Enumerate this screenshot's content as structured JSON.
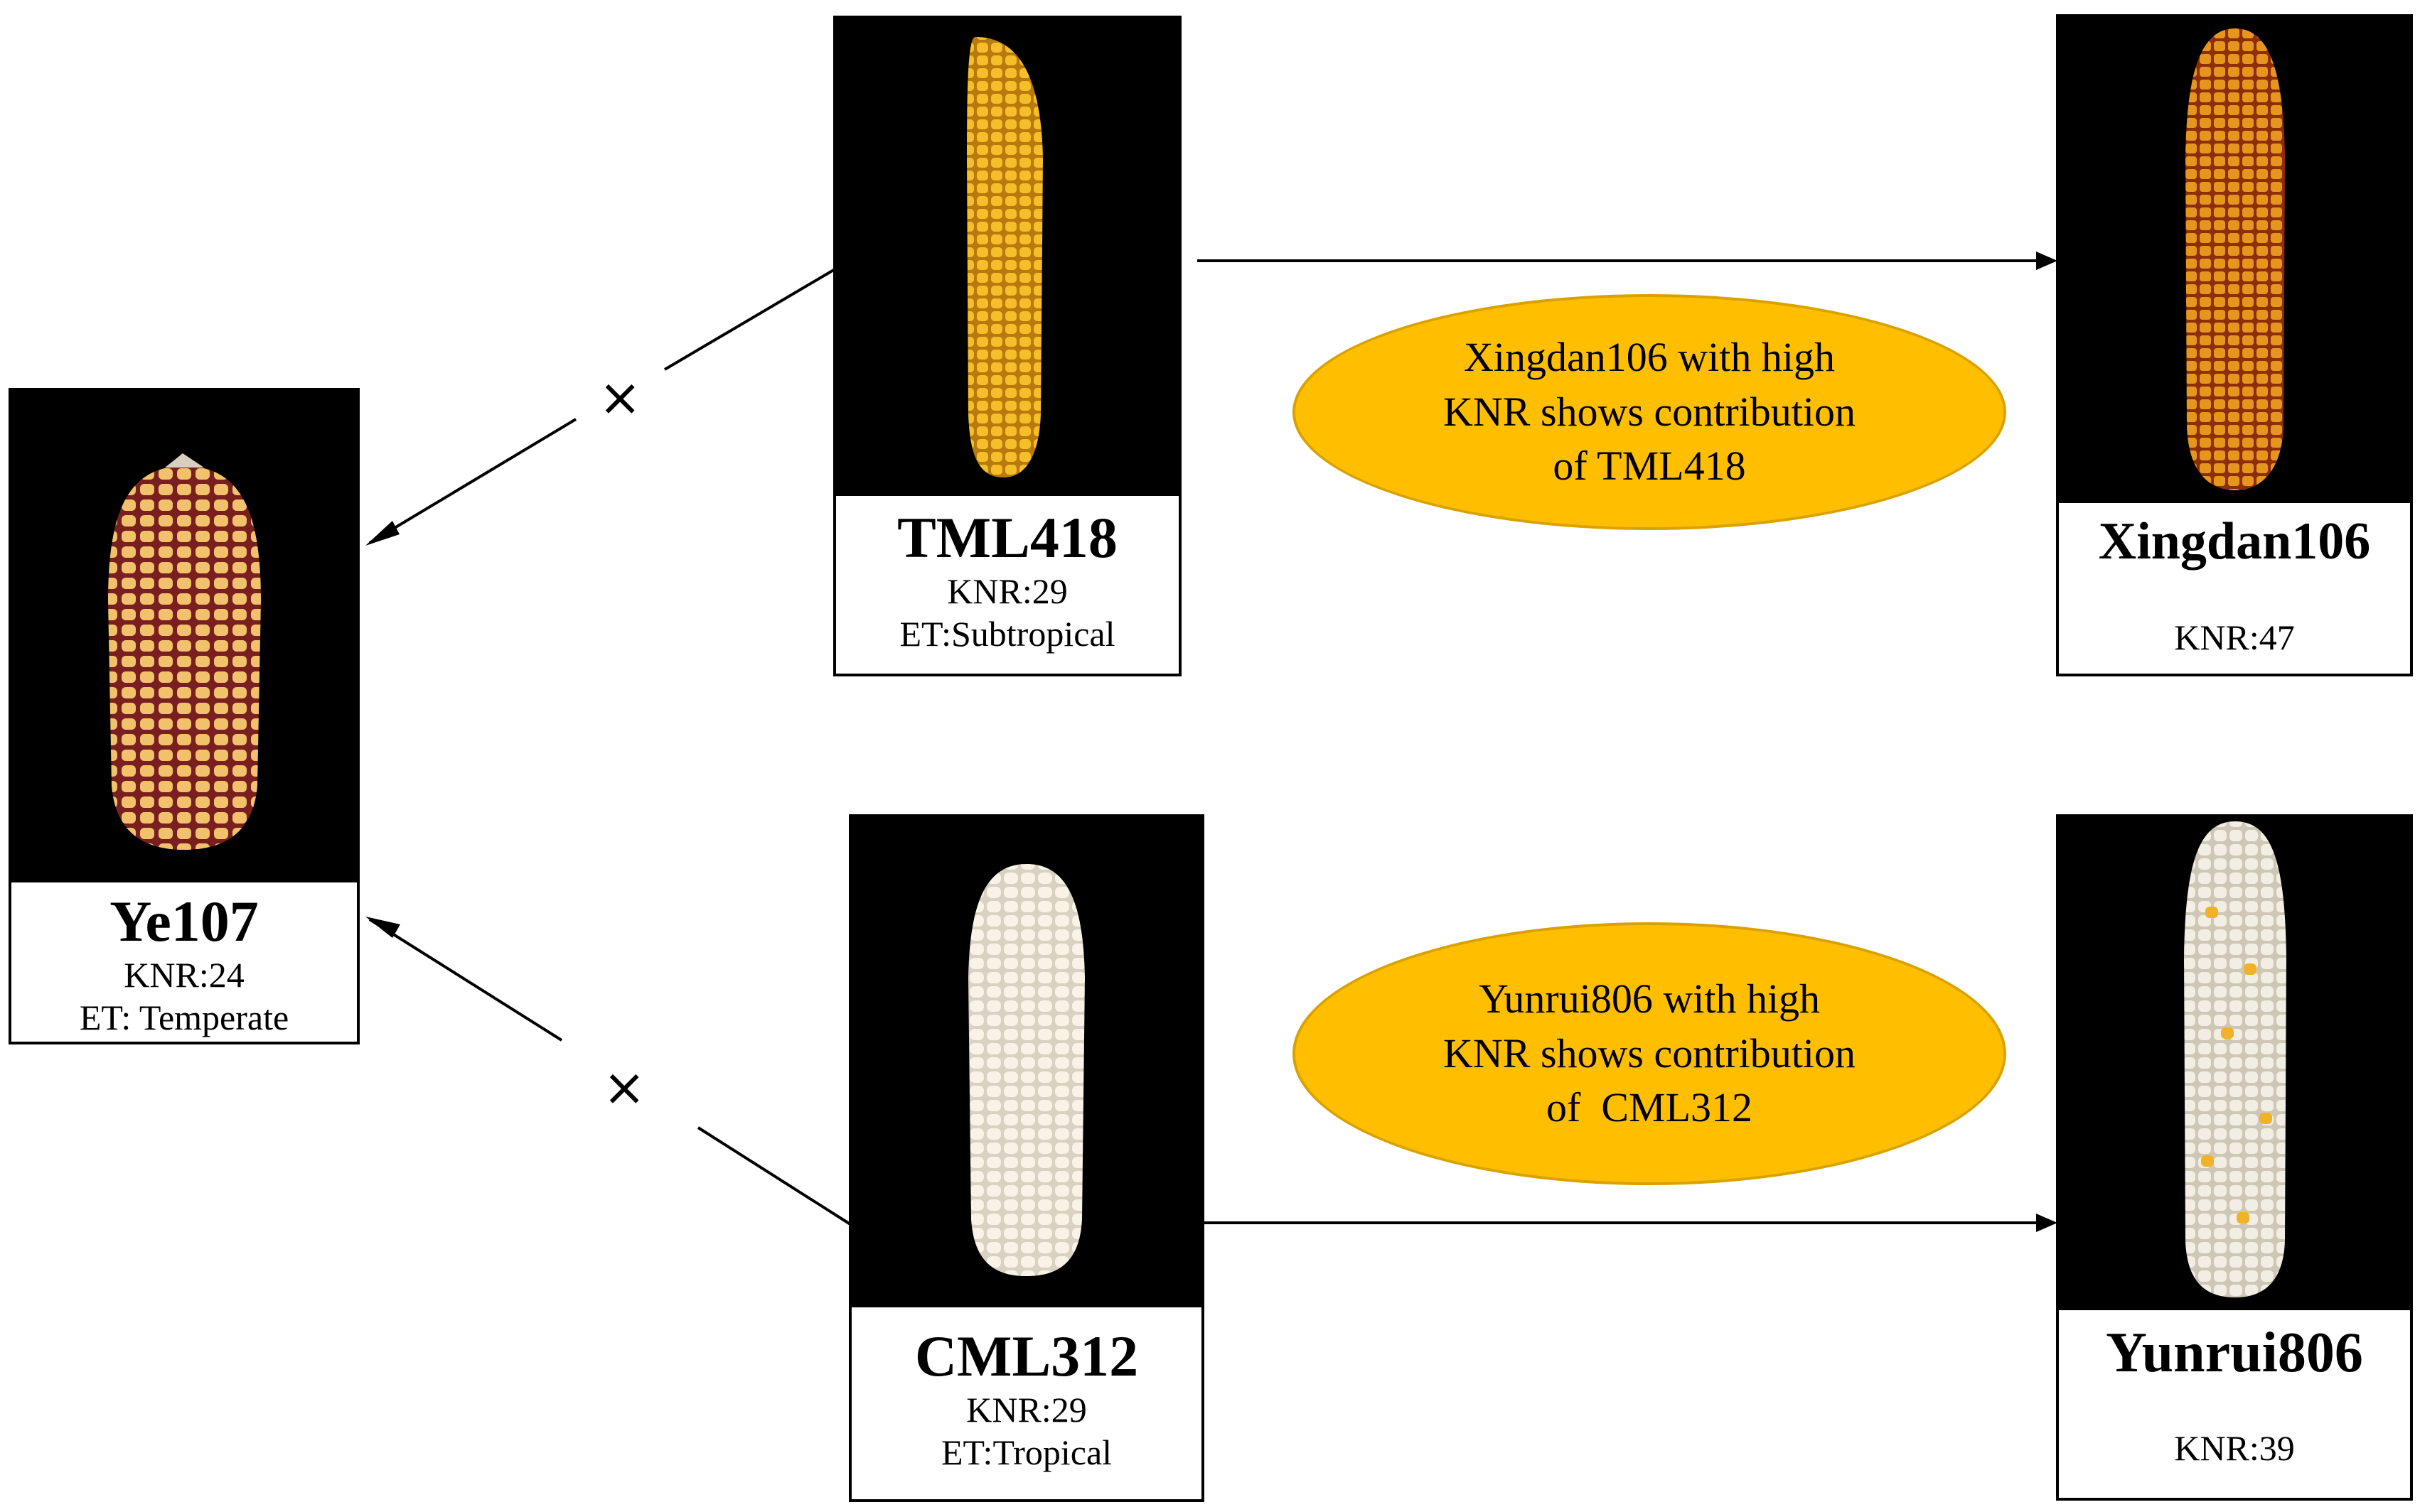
{
  "colors": {
    "ellipse_fill": "#FFBF00",
    "photo_background": "#000000"
  },
  "lines": {
    "cross_symbol": "×"
  },
  "nodes": {
    "ye107": {
      "name": "Ye107",
      "knr": "KNR:24",
      "et": "ET: Temperate",
      "ear_color": "yellow kernels on dark red cob"
    },
    "tml418": {
      "name": "TML418",
      "knr": "KNR:29",
      "et": "ET:Subtropical",
      "ear_color": "yellow"
    },
    "cml312": {
      "name": "CML312",
      "knr": "KNR:29",
      "et": "ET:Tropical",
      "ear_color": "white"
    },
    "xingdan106": {
      "name": "Xingdan106",
      "knr": "KNR:47",
      "ear_color": "orange-yellow"
    },
    "yunrui806": {
      "name": "Yunrui806",
      "knr": "KNR:39",
      "ear_color": "white with yellow kernels"
    }
  },
  "notes": {
    "top": [
      "Xingdan106 with high",
      "KNR shows contribution",
      "of TML418"
    ],
    "bottom": [
      "Yunrui806 with high",
      "KNR shows contribution",
      "of  CML312"
    ]
  }
}
